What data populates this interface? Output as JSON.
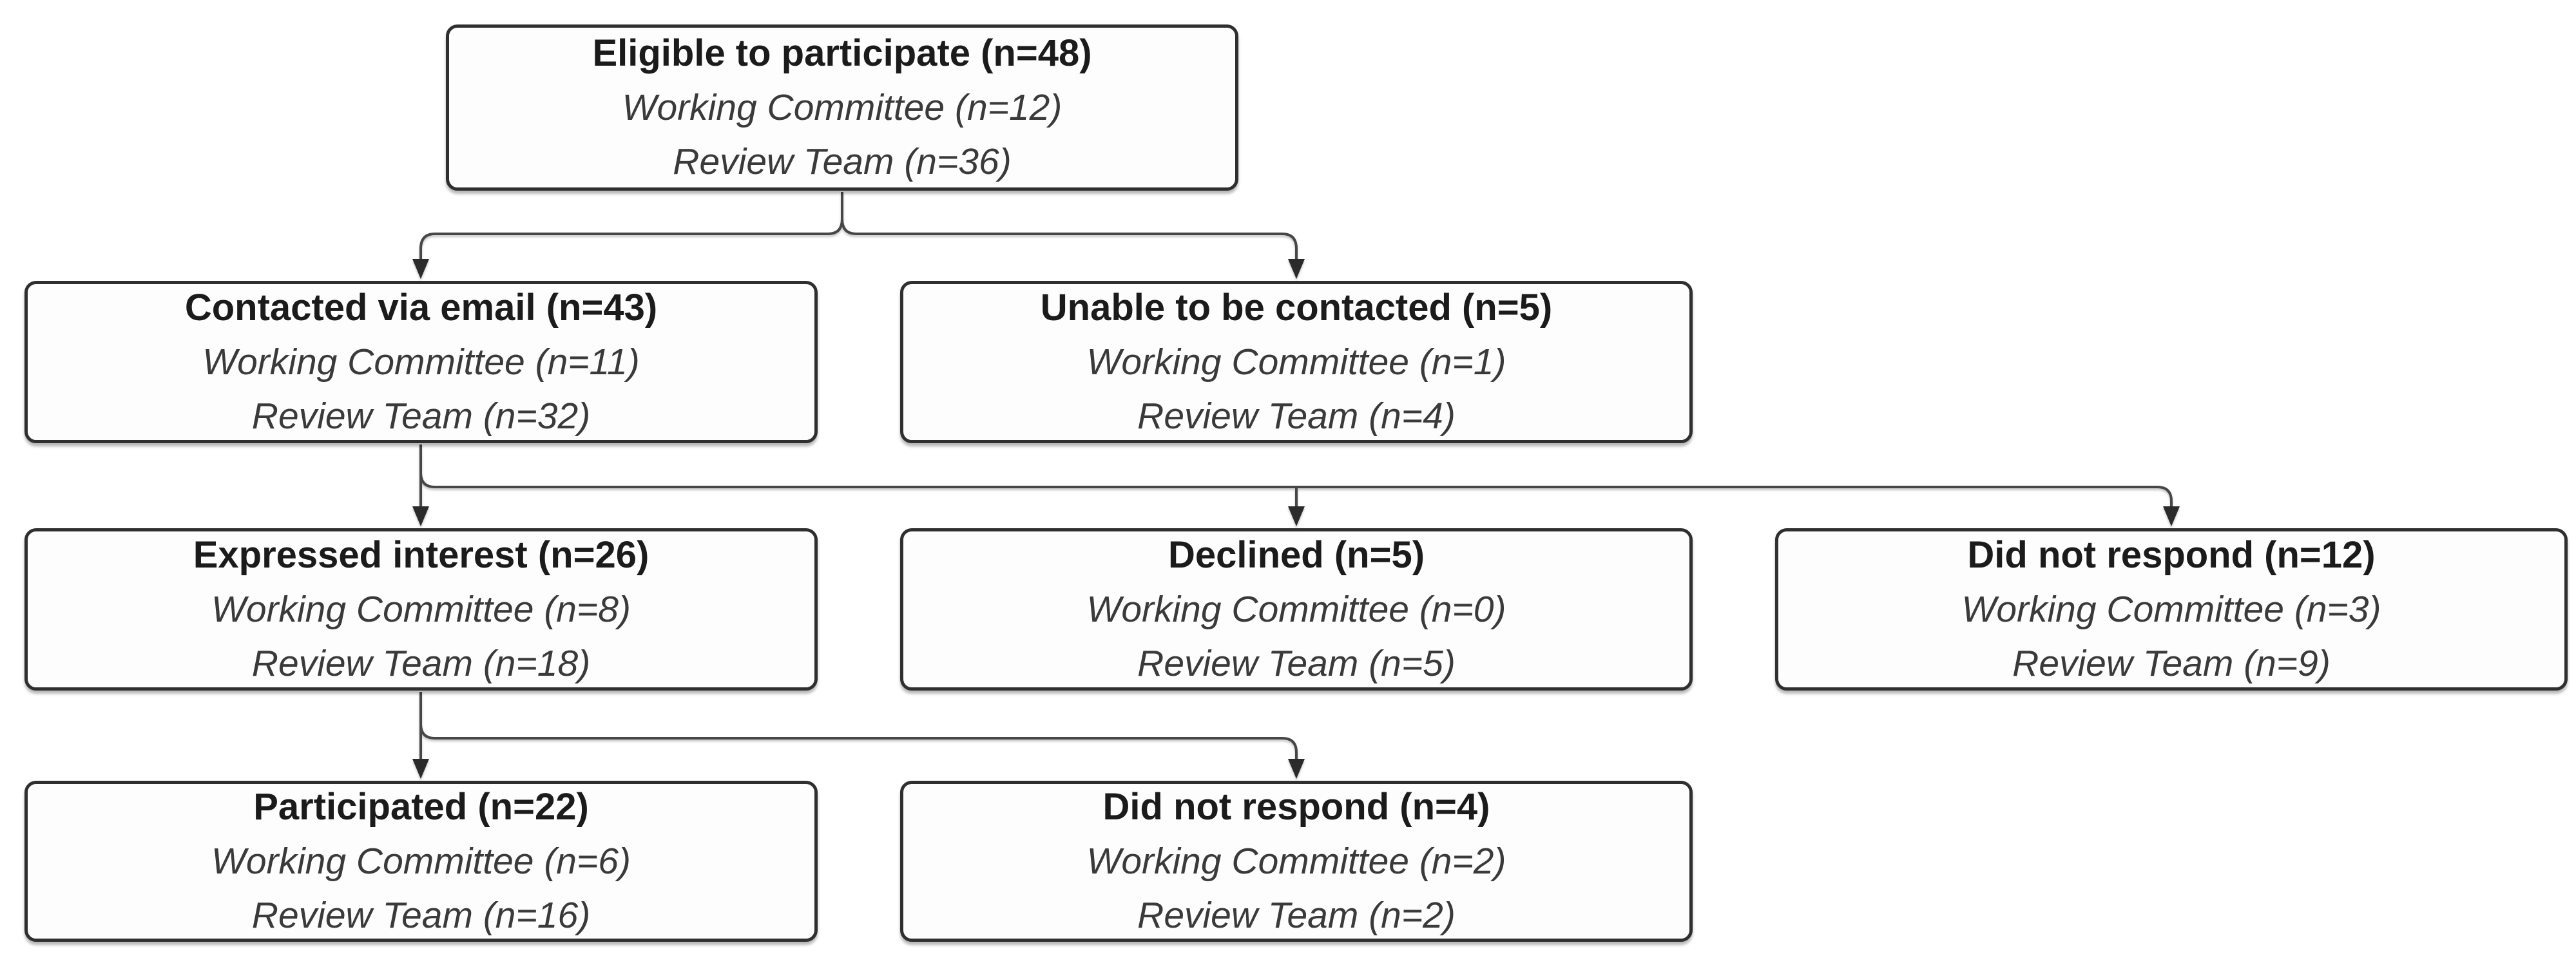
{
  "diagram": {
    "type": "flowchart",
    "colors": {
      "background": "#ffffff",
      "box_border": "#2f2f2f",
      "connector_line": "#474747",
      "title_text": "#1b1b1b",
      "subtitle_text": "#3a3a3a"
    },
    "nodes": [
      {
        "id": "eligible",
        "title": "Eligible to participate (n=48)",
        "line1": "Working Committee (n=12)",
        "line2": "Review Team (n=36)"
      },
      {
        "id": "contacted",
        "title": "Contacted via email (n=43)",
        "line1": "Working Committee (n=11)",
        "line2": "Review Team (n=32)"
      },
      {
        "id": "unable-to-contact",
        "title": "Unable to be contacted (n=5)",
        "line1": "Working Committee (n=1)",
        "line2": "Review Team (n=4)"
      },
      {
        "id": "expressed-interest",
        "title": "Expressed interest (n=26)",
        "line1": "Working Committee (n=8)",
        "line2": "Review Team (n=18)"
      },
      {
        "id": "declined",
        "title": "Declined (n=5)",
        "line1": "Working Committee (n=0)",
        "line2": "Review Team (n=5)"
      },
      {
        "id": "did-not-respond-12",
        "title": "Did not respond (n=12)",
        "line1": "Working Committee (n=3)",
        "line2": "Review Team (n=9)"
      },
      {
        "id": "participated",
        "title": "Participated (n=22)",
        "line1": "Working Committee (n=6)",
        "line2": "Review Team (n=16)"
      },
      {
        "id": "did-not-respond-4",
        "title": "Did not respond (n=4)",
        "line1": "Working Committee (n=2)",
        "line2": "Review Team (n=2)"
      }
    ],
    "edges": [
      {
        "from": "eligible",
        "to": "contacted"
      },
      {
        "from": "eligible",
        "to": "unable-to-contact"
      },
      {
        "from": "contacted",
        "to": "expressed-interest"
      },
      {
        "from": "contacted",
        "to": "declined"
      },
      {
        "from": "contacted",
        "to": "did-not-respond-12"
      },
      {
        "from": "expressed-interest",
        "to": "participated"
      },
      {
        "from": "expressed-interest",
        "to": "did-not-respond-4"
      }
    ]
  }
}
